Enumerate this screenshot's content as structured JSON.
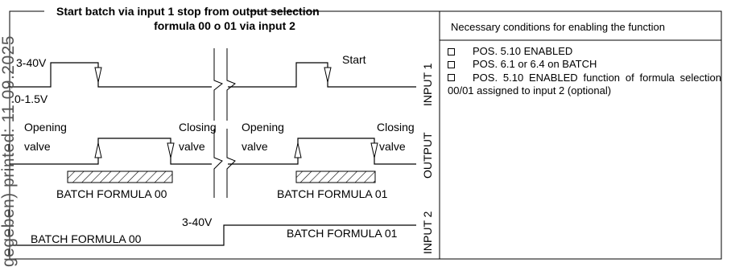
{
  "title_line1": "Start batch via input 1 stop from output selection",
  "title_line2": "formula 00 o 01 via input 2",
  "panel_heading": "Necessary conditions for enabling the function",
  "conditions": [
    "POS. 5.10 ENABLED",
    "POS. 6.1 or 6.4 on BATCH",
    "POS. 5.10 ENABLED function of formula selection 00/01 assigned to input 2 (optional)"
  ],
  "row_labels": {
    "input1": "INPUT 1",
    "output": "OUTPUT",
    "input2": "INPUT 2"
  },
  "input1": {
    "high_level": "3-40V",
    "low_level": "0-1.5V",
    "start": "Start"
  },
  "output": {
    "opening_valve_1a": "Opening",
    "opening_valve_1b": "valve",
    "closing_valve_1a": "Closing",
    "closing_valve_1b": "valve",
    "opening_valve_2a": "Opening",
    "opening_valve_2b": "valve",
    "closing_valve_2a": "Closing",
    "closing_valve_2b": "valve",
    "batch_formula_00": "BATCH FORMULA 00",
    "batch_formula_01": "BATCH FORMULA 01"
  },
  "input2": {
    "level": "3-40V",
    "formula_00": "BATCH FORMULA 00",
    "formula_01": "BATCH FORMULA 01"
  },
  "watermark": "gegeben) printed: 11.09.2025"
}
